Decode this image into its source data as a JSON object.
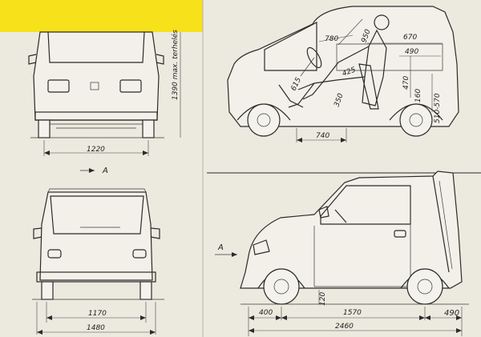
{
  "colors": {
    "yellow_patch": "#f7e11a",
    "paper": "#ece9df",
    "ink": "#2b2b2b"
  },
  "views": {
    "rear_view": {
      "width_label": "1220",
      "height_label": "1390 max. terhelés"
    },
    "front_view": {
      "inner_width_label": "1170",
      "outer_width_label": "1480",
      "arrow_label": "A"
    },
    "interior_view": {
      "d780": "780",
      "d950": "950",
      "d670": "670",
      "d490": "490",
      "d425": "425",
      "d470": "470",
      "d615": "615",
      "d350": "350",
      "d160": "160",
      "d510_570": "510-570",
      "d740": "740"
    },
    "side_view": {
      "arrow_label": "A",
      "d400": "400",
      "d1570": "1570",
      "d490": "490",
      "d2460": "2460",
      "d120": "120"
    }
  }
}
